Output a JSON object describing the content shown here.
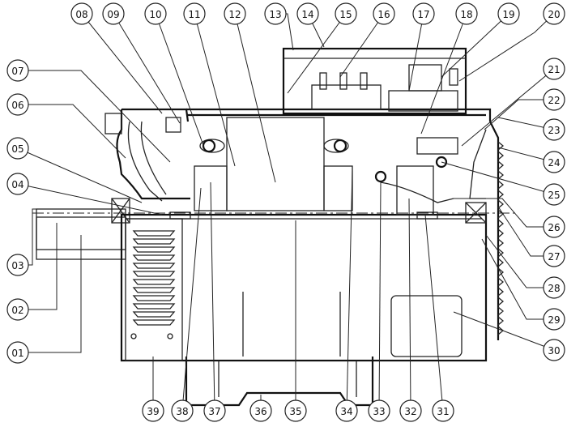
{
  "diagram": {
    "type": "motor-cross-section",
    "labels": [
      "01",
      "02",
      "03",
      "04",
      "05",
      "06",
      "07",
      "08",
      "09",
      "10",
      "11",
      "12",
      "13",
      "14",
      "15",
      "16",
      "17",
      "18",
      "19",
      "20",
      "21",
      "22",
      "23",
      "24",
      "25",
      "26",
      "27",
      "28",
      "29",
      "30",
      "31",
      "32",
      "33",
      "34",
      "35",
      "36",
      "37",
      "38",
      "39"
    ]
  }
}
